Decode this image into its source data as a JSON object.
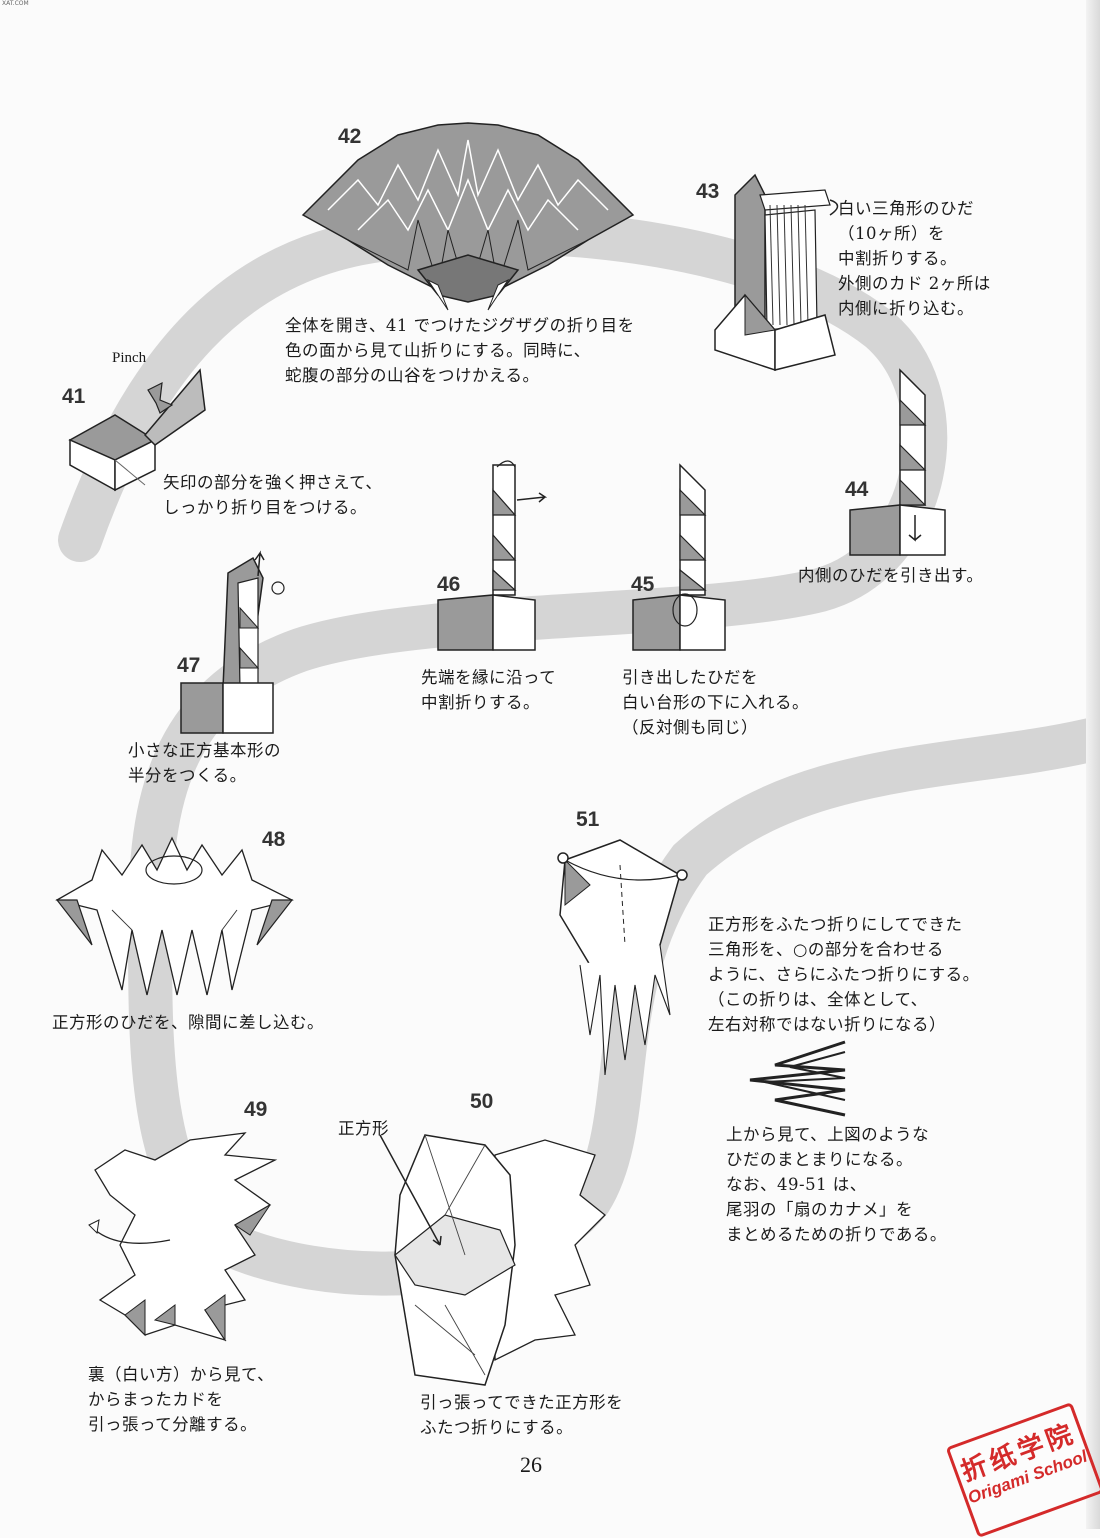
{
  "corner_mark": "XAT.COM",
  "page_number": "26",
  "stamp": {
    "chinese": "折纸学院",
    "english": "Origami School"
  },
  "steps": [
    {
      "num": "41",
      "pinch": "Pinch",
      "caption": "矢印の部分を強く押さえて、\nしっかり折り目をつける。"
    },
    {
      "num": "42",
      "caption": "全体を開き、41 でつけたジグザグの折り目を\n色の面から見て山折りにする。同時に、\n蛇腹の部分の山谷をつけかえる。"
    },
    {
      "num": "43",
      "caption": "白い三角形のひだ\n（10ヶ所）を\n中割折りする。\n外側のカド 2ヶ所は\n内側に折り込む。"
    },
    {
      "num": "44",
      "caption": "内側のひだを引き出す。"
    },
    {
      "num": "45",
      "caption": "引き出したひだを\n白い台形の下に入れる。\n（反対側も同じ）"
    },
    {
      "num": "46",
      "caption": "先端を縁に沿って\n中割折りする。"
    },
    {
      "num": "47",
      "caption": "小さな正方基本形の\n半分をつくる。"
    },
    {
      "num": "48",
      "caption": "正方形のひだを、隙間に差し込む。"
    },
    {
      "num": "49",
      "caption": "裏（白い方）から見て、\nからまったカドを\n引っ張って分離する。"
    },
    {
      "num": "50",
      "label": "正方形",
      "caption": "引っ張ってできた正方形を\nふたつ折りにする。"
    },
    {
      "num": "51",
      "caption": "正方形をふたつ折りにしてできた\n三角形を、○の部分を合わせる\nように、さらにふたつ折りにする。\n（この折りは、全体として、\n左右対称ではない折りになる）"
    }
  ],
  "note": "上から見て、上図のような\nひだのまとまりになる。\nなお、49-51 は、\n尾羽の「扇のカナメ」を\nまとめるための折りである。",
  "colors": {
    "path_band": "#d5d5d5",
    "paper_colored": "#9a9a9a",
    "paper_white": "#ffffff",
    "stamp_red": "#d42a2a"
  }
}
